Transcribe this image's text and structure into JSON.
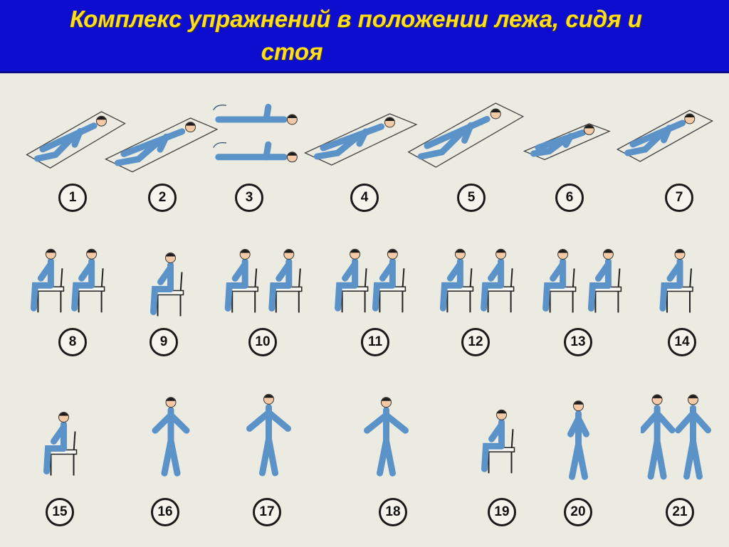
{
  "title": {
    "line1": "Комплекс упражнений в положении лежа, сидя и",
    "line2": "стоя"
  },
  "colors": {
    "banner": "#0d0dcf",
    "title_text": "#ffde1f",
    "background": "#ecebe1",
    "figure": "#5b93c9",
    "figure_outline": "#24466b"
  },
  "exercises": {
    "1": "1",
    "2": "2",
    "3": "3",
    "4": "4",
    "5": "5",
    "6": "6",
    "7": "7",
    "8": "8",
    "9": "9",
    "10": "10",
    "11": "11",
    "12": "12",
    "13": "13",
    "14": "14",
    "15": "15",
    "16": "16",
    "17": "17",
    "18": "18",
    "19": "19",
    "20": "20",
    "21": "21"
  }
}
